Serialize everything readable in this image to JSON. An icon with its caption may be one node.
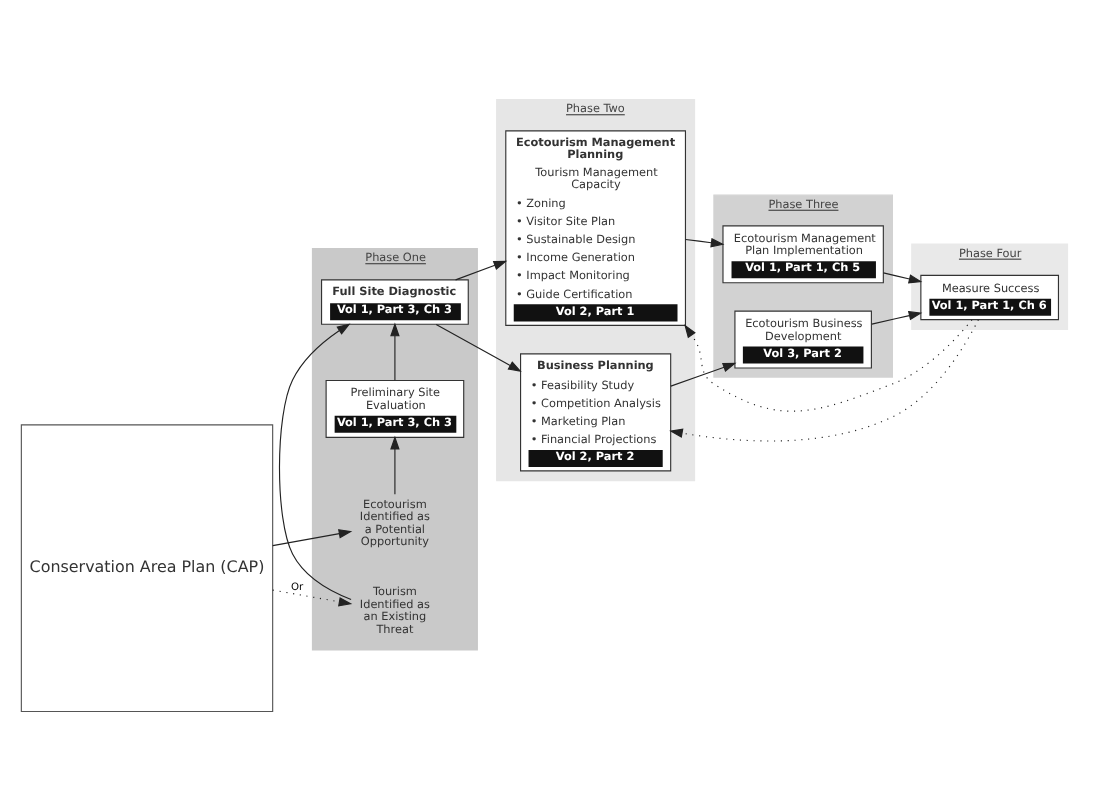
{
  "diagram": {
    "nodes": [
      {
        "text": [
          "Conservation Area Plan (CAP)"
        ]
      },
      {
        "text": [
          "Phase One"
        ]
      },
      {
        "text": [
          "Ecotourism Identified as a Potential Opportunity"
        ],
        "in": 1
      },
      {
        "text": [
          "Preliminary Site Evaluation",
          "Vol 1, Part 3, Ch 3"
        ],
        "in": 1
      },
      {
        "text": [
          "Full Site Diagnostic",
          "Vol 1, Part 3, Ch 3"
        ],
        "in": 1
      },
      {
        "text": [
          "Tourism Identified as an Existing Threat"
        ],
        "in": 1
      },
      {
        "text": [
          "Phase Two"
        ]
      },
      {
        "text": [
          "Ecotourism Management Planning",
          "Tourism Management Capacity",
          "• Zoning",
          "• Visitor Site Plan",
          "• Sustainable Design",
          "• Income Generation",
          "• Impact Monitoring",
          "• Guide Certification",
          "Vol 2, Part 1"
        ],
        "in": 6
      },
      {
        "text": [
          "Business Planning",
          "• Feasibility Study",
          "• Competition Analysis",
          "• Marketing Plan",
          "• Financial Projections",
          "Vol 2, Part 2"
        ],
        "in": 6
      },
      {
        "text": [
          "Phase Three"
        ]
      },
      {
        "text": [
          "Ecotourism Management Plan Implementation",
          "Vol 1, Part 1, Ch 5"
        ],
        "in": 9
      },
      {
        "text": [
          "Ecotourism Business Development",
          "Vol 3, Part 2"
        ],
        "in": 9
      },
      {
        "text": [
          "Phase Four"
        ]
      },
      {
        "text": [
          "Measure Success",
          "Vol 1, Part 1, Ch 6"
        ],
        "in": 12
      }
    ],
    "edges": [
      {
        "from": 0,
        "to": 2,
        "arrow": "to"
      },
      {
        "from": 0,
        "to": 5,
        "arrow": "to",
        "style": "dashed",
        "label": "Or"
      },
      {
        "from": 2,
        "to": 3,
        "arrow": "to"
      },
      {
        "from": 3,
        "to": 4,
        "arrow": "to"
      },
      {
        "from": 5,
        "to": 4,
        "arrow": "to"
      },
      {
        "from": 4,
        "to": 7,
        "arrow": "to"
      },
      {
        "from": 4,
        "to": 8,
        "arrow": "to"
      },
      {
        "from": 7,
        "to": 10,
        "arrow": "to"
      },
      {
        "from": 8,
        "to": 11,
        "arrow": "to"
      },
      {
        "from": 10,
        "to": 13,
        "arrow": "to"
      },
      {
        "from": 11,
        "to": 13,
        "arrow": "to"
      },
      {
        "from": 13,
        "to": 7,
        "arrow": "to",
        "style": "dashed"
      },
      {
        "from": 13,
        "to": 8,
        "arrow": "to",
        "style": "dashed"
      }
    ]
  }
}
